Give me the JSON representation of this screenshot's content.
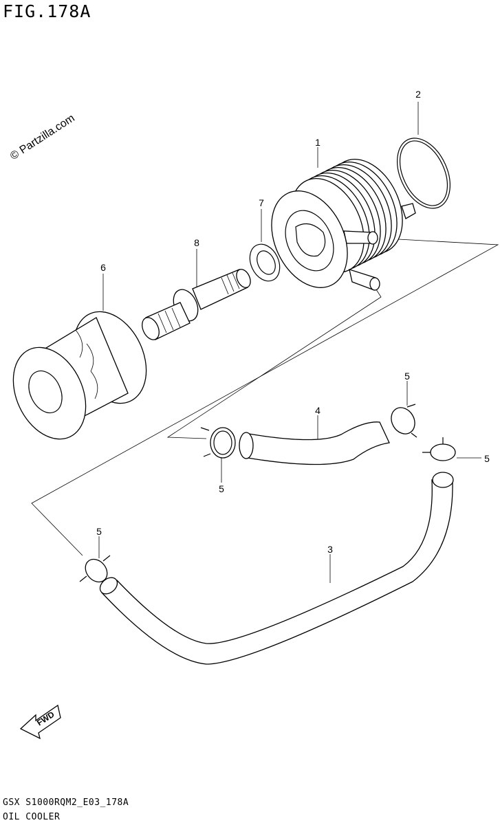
{
  "figure": {
    "title": "FIG.178A"
  },
  "watermark": "© Partzilla.com",
  "callouts": [
    "1",
    "2",
    "3",
    "4",
    "5",
    "5",
    "5",
    "5",
    "6",
    "7",
    "8"
  ],
  "fwd_label": "FWD",
  "footer": {
    "code": "GSX S1000RQM2_E03_178A",
    "name": "OIL COOLER"
  }
}
